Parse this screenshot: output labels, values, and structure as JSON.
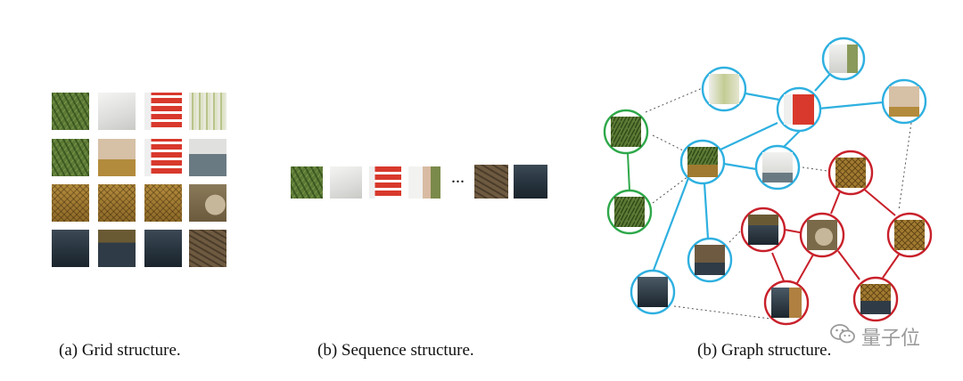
{
  "captions": {
    "grid": "(a) Grid structure.",
    "sequence": "(b) Sequence structure.",
    "graph": "(b) Graph structure."
  },
  "sequence": {
    "ellipsis": "..."
  },
  "watermark": {
    "text": "量子位",
    "icon": "wechat-icon"
  },
  "colors": {
    "blue_edge": "#2eb0e0",
    "red_edge": "#c8202a",
    "green_edge": "#2ea84a",
    "dotted_edge": "#555555"
  }
}
